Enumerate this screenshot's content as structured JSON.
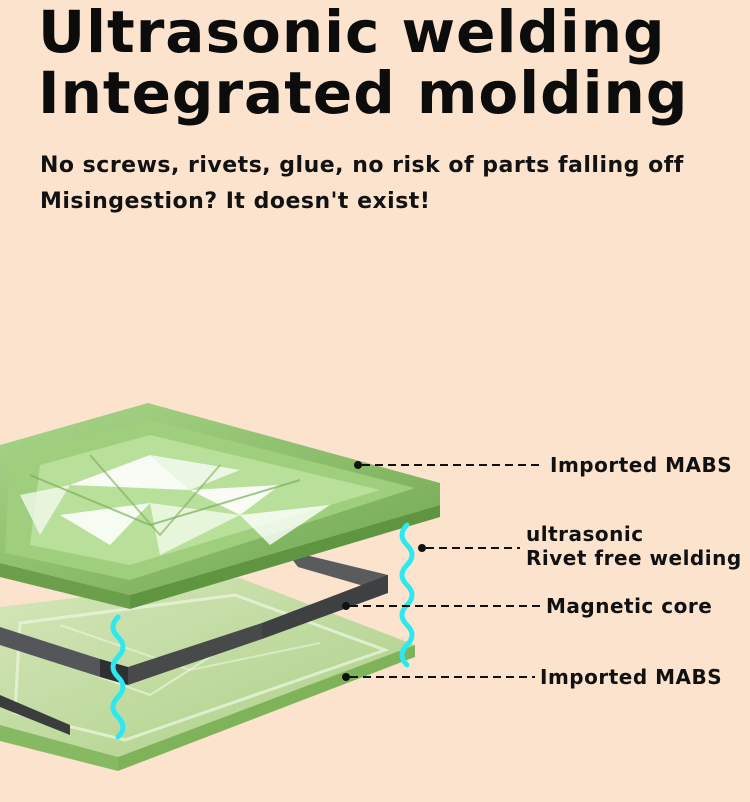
{
  "heading": {
    "line1": "Ultrasonic welding",
    "line2": "Integrated molding"
  },
  "subheading": {
    "line1": "No screws, rivets, glue, no risk of parts falling off",
    "line2": "Misingestion? It doesn't exist!"
  },
  "callouts": {
    "top_layer": "Imported MABS",
    "welding_line1": "ultrasonic",
    "welding_line2": "Rivet free welding",
    "core": "Magnetic core",
    "bottom_layer": "Imported MABS"
  },
  "colors": {
    "background": "#fbe3cd",
    "plate_green": "#8cc06a",
    "core_gray": "#4a4b4d",
    "weld_cyan": "#2ce8f0"
  }
}
